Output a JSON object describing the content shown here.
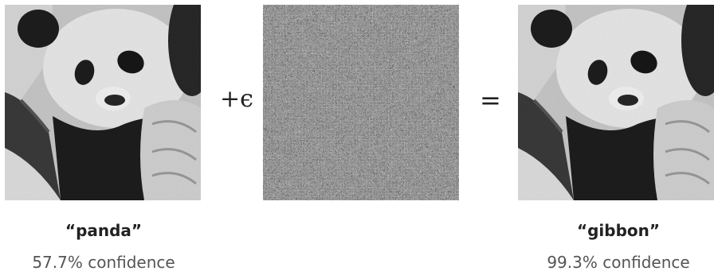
{
  "left": {
    "label": "“panda”",
    "confidence": "57.7% confidence",
    "image": "panda-photo"
  },
  "operator_add": "+ϵ",
  "noise": {
    "image": "noise-pattern"
  },
  "operator_equals": "=",
  "right": {
    "label": "“gibbon”",
    "confidence": "99.3% confidence",
    "image": "panda-photo"
  }
}
